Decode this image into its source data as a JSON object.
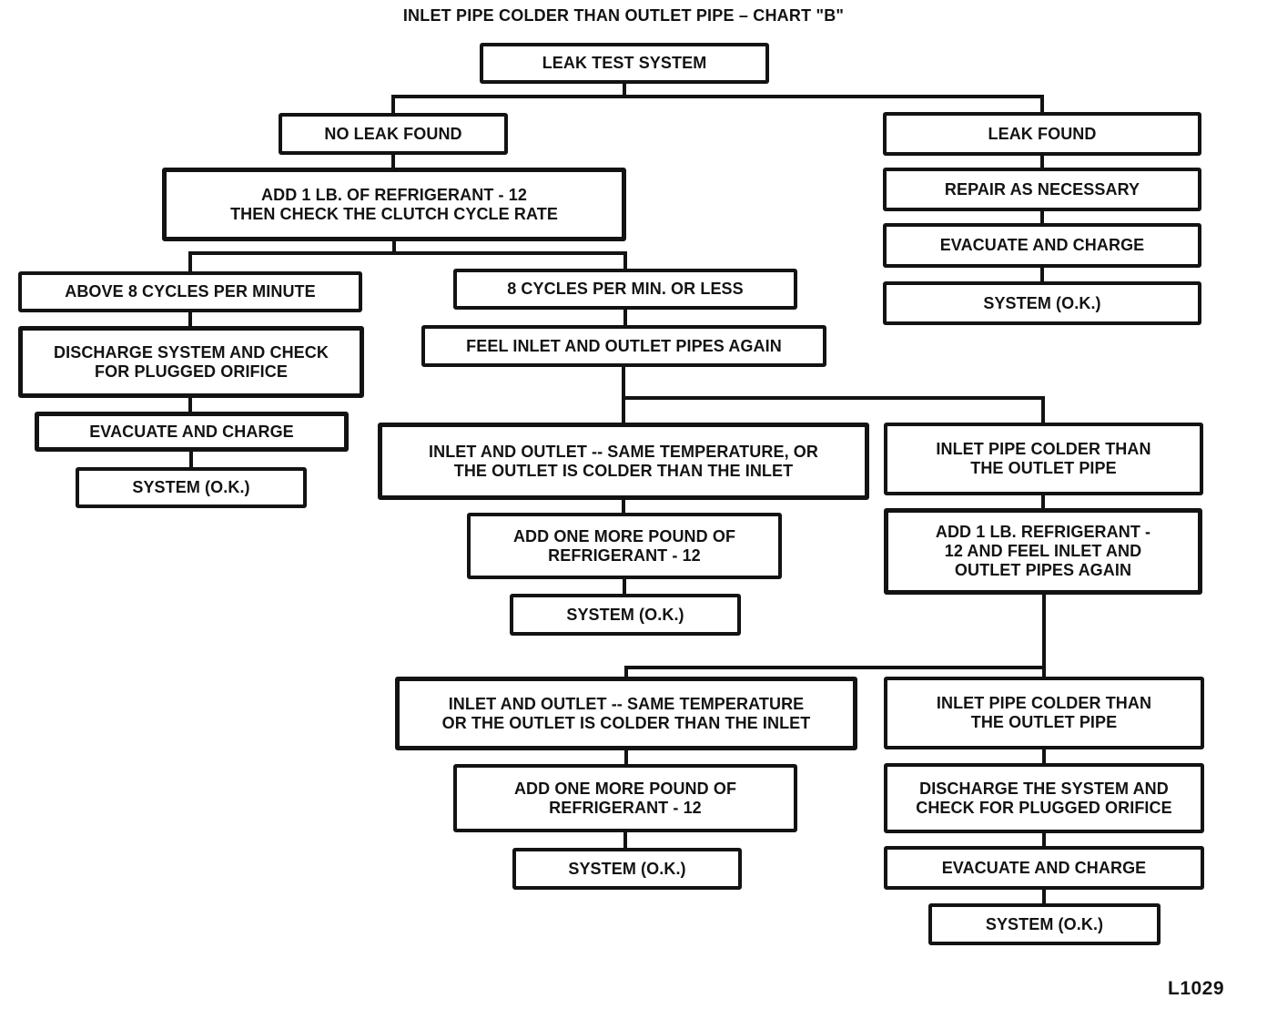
{
  "title": "INLET PIPE COLDER THAN OUTLET PIPE – CHART \"B\"",
  "figure_label": "L1029",
  "colors": {
    "ink": "#131313",
    "paper": "#ffffff"
  },
  "nodes": [
    {
      "id": "leak-test-system",
      "label": "LEAK TEST SYSTEM"
    },
    {
      "id": "no-leak-found",
      "label": "NO LEAK FOUND"
    },
    {
      "id": "leak-found",
      "label": "LEAK FOUND"
    },
    {
      "id": "repair-as-necessary",
      "label": "REPAIR AS NECESSARY"
    },
    {
      "id": "evacuate-and-charge-right",
      "label": "EVACUATE AND CHARGE"
    },
    {
      "id": "system-ok-right",
      "label": "SYSTEM (O.K.)"
    },
    {
      "id": "add-refrigerant-check-clutch",
      "label": [
        "ADD 1 LB. OF REFRIGERANT - 12",
        "THEN CHECK THE CLUTCH CYCLE RATE"
      ]
    },
    {
      "id": "above-8-cycles-per-minute",
      "label": "ABOVE 8 CYCLES PER MINUTE"
    },
    {
      "id": "discharge-system-check-orifice",
      "label": [
        "DISCHARGE SYSTEM AND CHECK",
        "FOR PLUGGED ORIFICE"
      ]
    },
    {
      "id": "evacuate-and-charge-left",
      "label": "EVACUATE AND CHARGE"
    },
    {
      "id": "system-ok-left",
      "label": "SYSTEM (O.K.)"
    },
    {
      "id": "8-cycles-per-min-or-less",
      "label": "8 CYCLES PER MIN. OR LESS"
    },
    {
      "id": "feel-inlet-outlet-pipes-again",
      "label": "FEEL INLET AND OUTLET PIPES AGAIN"
    },
    {
      "id": "inlet-outlet-same-temp-1",
      "label": [
        "INLET AND OUTLET -- SAME TEMPERATURE, OR",
        "THE OUTLET IS COLDER THAN THE INLET"
      ]
    },
    {
      "id": "add-one-more-pound-1",
      "label": [
        "ADD ONE MORE POUND OF",
        "REFRIGERANT - 12"
      ]
    },
    {
      "id": "system-ok-middle-1",
      "label": "SYSTEM (O.K.)"
    },
    {
      "id": "inlet-pipe-colder-1",
      "label": [
        "INLET PIPE COLDER THAN",
        "THE OUTLET PIPE"
      ]
    },
    {
      "id": "add-refrigerant-feel-again",
      "label": [
        "ADD 1 LB. REFRIGERANT -",
        "12 AND FEEL INLET AND",
        "OUTLET PIPES AGAIN"
      ]
    },
    {
      "id": "inlet-outlet-same-temp-2",
      "label": [
        "INLET AND OUTLET -- SAME TEMPERATURE",
        "OR THE OUTLET IS COLDER THAN THE INLET"
      ]
    },
    {
      "id": "add-one-more-pound-2",
      "label": [
        "ADD ONE MORE POUND OF",
        "REFRIGERANT - 12"
      ]
    },
    {
      "id": "system-ok-middle-2",
      "label": "SYSTEM (O.K.)"
    },
    {
      "id": "inlet-pipe-colder-2",
      "label": [
        "INLET PIPE COLDER THAN",
        "THE OUTLET PIPE"
      ]
    },
    {
      "id": "discharge-check-orifice-2",
      "label": [
        "DISCHARGE THE SYSTEM AND",
        "CHECK FOR PLUGGED ORIFICE"
      ]
    },
    {
      "id": "evacuate-and-charge-bottom",
      "label": "EVACUATE AND CHARGE"
    },
    {
      "id": "system-ok-bottom",
      "label": "SYSTEM (O.K.)"
    }
  ],
  "edges": [
    [
      "leak-test-system",
      "no-leak-found"
    ],
    [
      "leak-test-system",
      "leak-found"
    ],
    [
      "leak-found",
      "repair-as-necessary"
    ],
    [
      "repair-as-necessary",
      "evacuate-and-charge-right"
    ],
    [
      "evacuate-and-charge-right",
      "system-ok-right"
    ],
    [
      "no-leak-found",
      "add-refrigerant-check-clutch"
    ],
    [
      "add-refrigerant-check-clutch",
      "above-8-cycles-per-minute"
    ],
    [
      "add-refrigerant-check-clutch",
      "8-cycles-per-min-or-less"
    ],
    [
      "above-8-cycles-per-minute",
      "discharge-system-check-orifice"
    ],
    [
      "discharge-system-check-orifice",
      "evacuate-and-charge-left"
    ],
    [
      "evacuate-and-charge-left",
      "system-ok-left"
    ],
    [
      "8-cycles-per-min-or-less",
      "feel-inlet-outlet-pipes-again"
    ],
    [
      "feel-inlet-outlet-pipes-again",
      "inlet-outlet-same-temp-1"
    ],
    [
      "feel-inlet-outlet-pipes-again",
      "inlet-pipe-colder-1"
    ],
    [
      "inlet-outlet-same-temp-1",
      "add-one-more-pound-1"
    ],
    [
      "add-one-more-pound-1",
      "system-ok-middle-1"
    ],
    [
      "inlet-pipe-colder-1",
      "add-refrigerant-feel-again"
    ],
    [
      "add-refrigerant-feel-again",
      "inlet-outlet-same-temp-2"
    ],
    [
      "add-refrigerant-feel-again",
      "inlet-pipe-colder-2"
    ],
    [
      "inlet-outlet-same-temp-2",
      "add-one-more-pound-2"
    ],
    [
      "add-one-more-pound-2",
      "system-ok-middle-2"
    ],
    [
      "inlet-pipe-colder-2",
      "discharge-check-orifice-2"
    ],
    [
      "discharge-check-orifice-2",
      "evacuate-and-charge-bottom"
    ],
    [
      "evacuate-and-charge-bottom",
      "system-ok-bottom"
    ]
  ]
}
